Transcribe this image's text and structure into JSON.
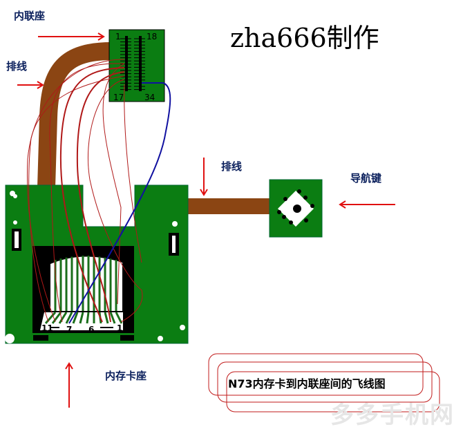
{
  "title": "zha666制作",
  "labels": {
    "connector": "内联座",
    "flex_cable_left": "排线",
    "flex_cable_right": "排线",
    "nav_key": "导航键",
    "card_slot": "内存卡座"
  },
  "connector_pins": {
    "top_left": "1",
    "top_right": "18",
    "bottom_left": "17",
    "bottom_right": "34"
  },
  "card_pins": {
    "left": "11",
    "mid_left": "7",
    "mid_right": "6",
    "right": "1"
  },
  "caption": "N73内存卡到内联座间的飞线图",
  "watermark": "多多手机网",
  "colors": {
    "board": "#0b7d12",
    "flex": "#8b4513",
    "arrow": "#e01010",
    "wire_blue": "#1010a0",
    "wire_red": "#b01818",
    "label": "#0a1f5c"
  }
}
